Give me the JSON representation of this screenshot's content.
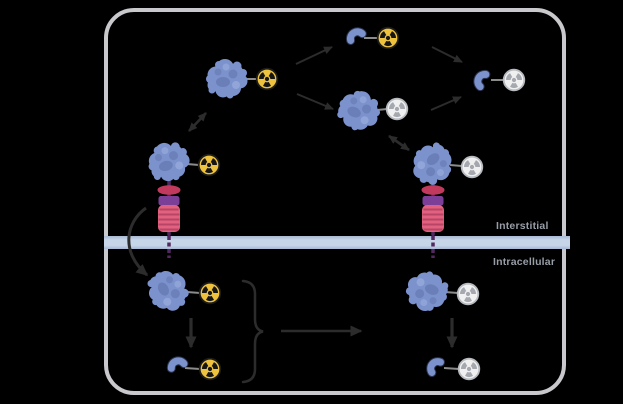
{
  "labels": {
    "interstitial": "Interstitial",
    "intracellular": "Intracellular"
  },
  "colors": {
    "background": "#000000",
    "cell-border": "#c9c9cd",
    "membrane": "#c7d5e9",
    "membrane-edge": "#a6b8d3",
    "label-gray": "#989da7",
    "protein-fill": "#7c92cd",
    "protein-dark": "#55689e",
    "protein-light": "#94a7da",
    "rad-active-fill": "#eec23d",
    "rad-active-ring": "#1c1c1c",
    "rad-active-blade": "#161616",
    "rad-decayed-fill": "#f0f0f1",
    "rad-decayed-ring": "#b7bbc0",
    "rad-decayed-blade": "#a5a9af",
    "receptor-red": "#c13a5e",
    "receptor-purple": "#7c3f98",
    "receptor-pink": "#e26180",
    "receptor-pink-dark": "#b84565",
    "receptor-stem": "#53275f",
    "connector": "#8b8b8b",
    "arrow": "#2c2c2c"
  },
  "icons": {
    "radiation_active": "radiation-trefoil-yellow",
    "radiation_decayed": "radiation-trefoil-gray",
    "protein": "protein-blob",
    "fragment": "protein-fragment",
    "receptor": "transmembrane-receptor"
  }
}
